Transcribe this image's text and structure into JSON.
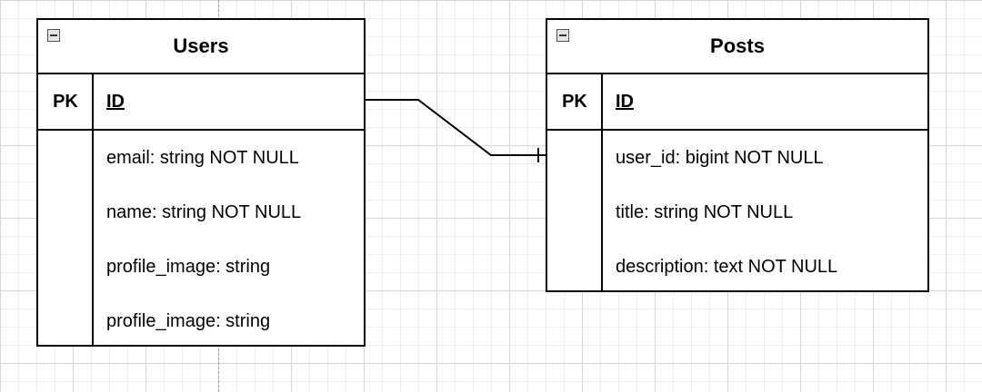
{
  "entities": {
    "users": {
      "title": "Users",
      "pk_label": "PK",
      "pk_field": "ID",
      "attributes": [
        "email: string NOT NULL",
        "name: string NOT NULL",
        "profile_image: string",
        "profile_image: string"
      ]
    },
    "posts": {
      "title": "Posts",
      "pk_label": "PK",
      "pk_field": "ID",
      "attributes": [
        "user_id: bigint NOT NULL",
        "title: string NOT NULL",
        "description: text NOT NULL"
      ]
    }
  },
  "relationship": {
    "from": "Users.ID",
    "to": "Posts.user_id",
    "end_notation": "one (bar)"
  }
}
